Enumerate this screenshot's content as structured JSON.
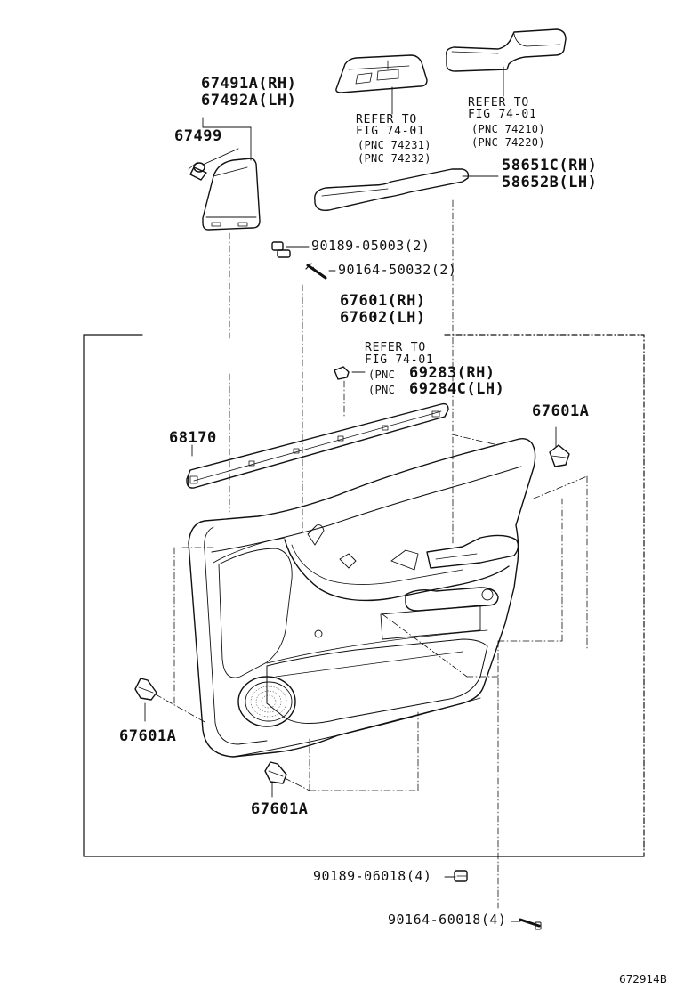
{
  "labels": {
    "p67491a": "67491A(RH)",
    "p67492a": "67492A(LH)",
    "p67499": "67499",
    "ref1_line1": "REFER TO",
    "ref1_line2": "FIG 74-01",
    "ref1_line3": "(PNC 74231)",
    "ref1_line4": "(PNC 74232)",
    "ref2_line1": "REFER TO",
    "ref2_line2": "FIG 74-01",
    "ref2_line3": "(PNC 74210)",
    "ref2_line4": "(PNC 74220)",
    "p58651c": "58651C(RH)",
    "p58652b": "58652B(LH)",
    "p90189_05003": "90189-05003(2)",
    "p90164_50032": "90164-50032(2)",
    "p67601": "67601(RH)",
    "p67602": "67602(LH)",
    "ref3_line1": "REFER TO",
    "ref3_line2": "FIG 74-01",
    "ref3_pnc1": "(PNC",
    "ref3_pnc2": "(PNC",
    "p69283": "69283(RH)",
    "p69284c": "69284C(LH)",
    "p67601a_right": "67601A",
    "p68170": "68170",
    "p67601a_left": "67601A",
    "p67601a_bottom": "67601A",
    "p90189_06018": "90189-06018(4)",
    "p90164_60018": "90164-60018(4)",
    "diagram_id": "672914B"
  },
  "colors": {
    "ink": "#111111",
    "background": "#ffffff"
  }
}
